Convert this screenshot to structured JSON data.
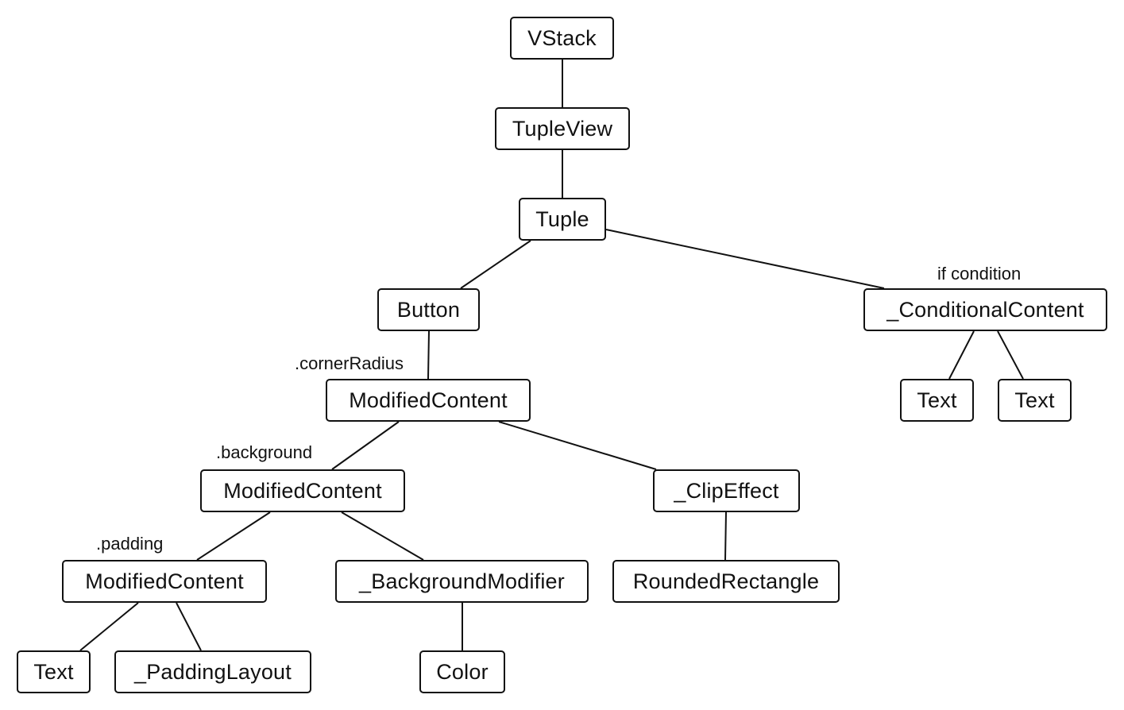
{
  "diagram": {
    "colors": {
      "stroke": "#111111",
      "background": "#ffffff",
      "text": "#111111"
    },
    "nodes": {
      "vstack": "VStack",
      "tupleview": "TupleView",
      "tuple": "Tuple",
      "button": "Button",
      "conditional": "_ConditionalContent",
      "cond_text_1": "Text",
      "cond_text_2": "Text",
      "modified_1": "ModifiedContent",
      "modified_2": "ModifiedContent",
      "clip_effect": "_ClipEffect",
      "modified_3": "ModifiedContent",
      "background_modifier": "_BackgroundModifier",
      "rounded_rectangle": "RoundedRectangle",
      "text": "Text",
      "padding_layout": "_PaddingLayout",
      "color": "Color"
    },
    "annotations": {
      "if_condition": "if condition",
      "corner_radius": ".cornerRadius",
      "background": ".background",
      "padding": ".padding"
    },
    "edges": [
      [
        "vstack",
        "tupleview"
      ],
      [
        "tupleview",
        "tuple"
      ],
      [
        "tuple",
        "button"
      ],
      [
        "tuple",
        "conditional"
      ],
      [
        "conditional",
        "cond_text_1"
      ],
      [
        "conditional",
        "cond_text_2"
      ],
      [
        "button",
        "modified_1"
      ],
      [
        "modified_1",
        "modified_2"
      ],
      [
        "modified_1",
        "clip_effect"
      ],
      [
        "clip_effect",
        "rounded_rectangle"
      ],
      [
        "modified_2",
        "modified_3"
      ],
      [
        "modified_2",
        "background_modifier"
      ],
      [
        "background_modifier",
        "color"
      ],
      [
        "modified_3",
        "text"
      ],
      [
        "modified_3",
        "padding_layout"
      ]
    ]
  }
}
